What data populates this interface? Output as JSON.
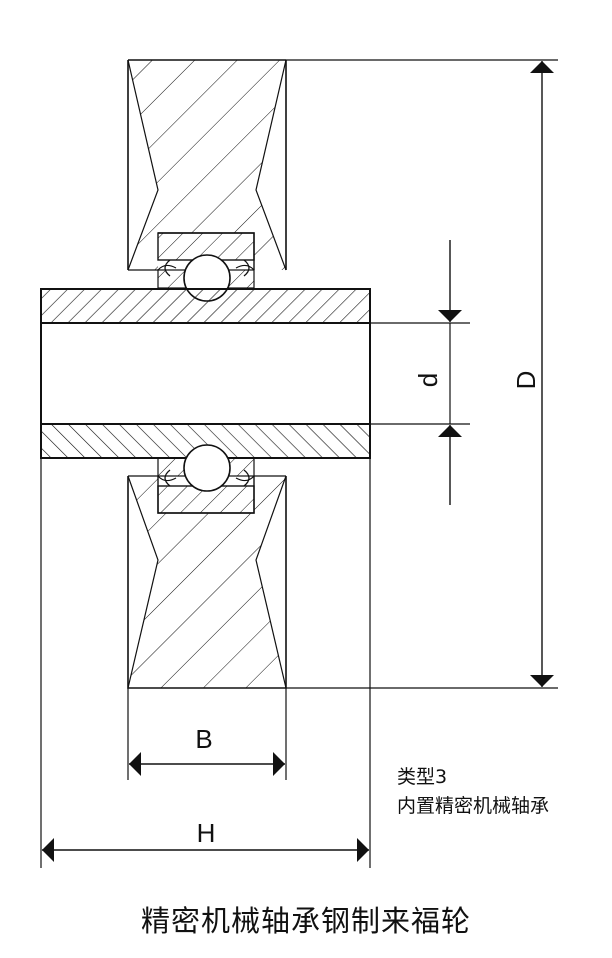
{
  "dimensions": {
    "D": "D",
    "d": "d",
    "B": "B",
    "H": "H"
  },
  "note": {
    "type": "类型3",
    "description": "内置精密机械轴承"
  },
  "caption": "精密机械轴承钢制来福轮",
  "colors": {
    "line": "#111111",
    "background": "#ffffff"
  }
}
